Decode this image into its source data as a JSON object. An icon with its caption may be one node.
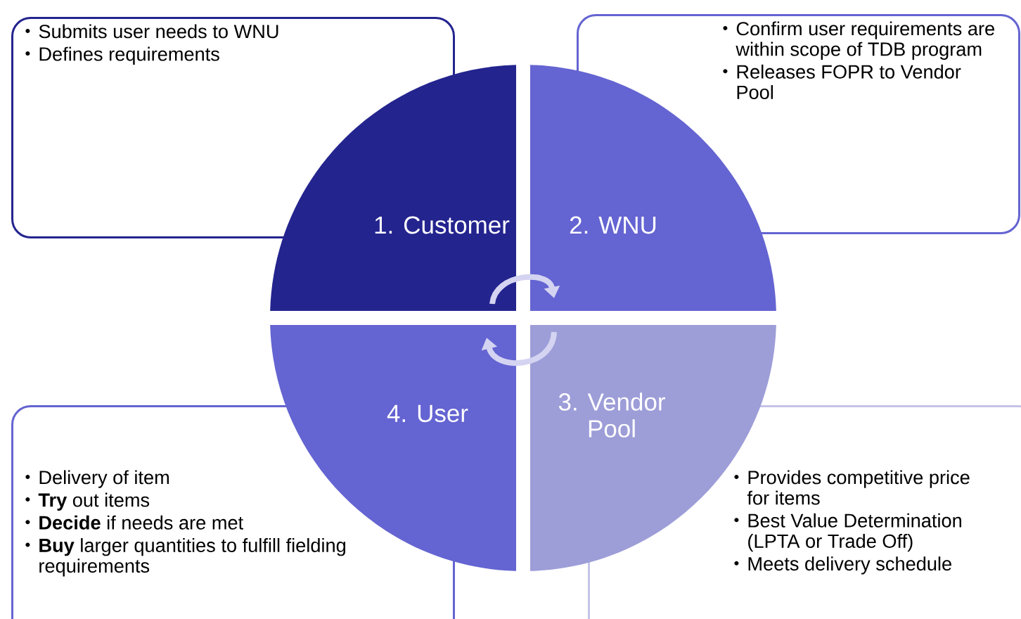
{
  "diagram": {
    "nodes": [
      {
        "text": [
          "Submits user needs to WNU",
          "Defines requirements"
        ]
      },
      {
        "text": [
          "Confirm user requirements are within scope of TDB program",
          "Releases FOPR to Vendor Pool"
        ]
      },
      {
        "text": [
          "1. Customer"
        ]
      },
      {
        "text": [
          "2. WNU"
        ]
      },
      {
        "text": [
          "4. User"
        ]
      },
      {
        "text": [
          "3. Vendor Pool"
        ]
      },
      {
        "text": [
          "Delivery of item",
          "**Try** out items",
          "**Decide** if needs are met",
          "**Buy** larger quantities to fulfill fielding requirements"
        ]
      },
      {
        "text": [
          "Provides competitive price for items",
          "Best Value Determination (LPTA or Trade Off)",
          "Meets delivery schedule"
        ]
      }
    ],
    "edges": [
      {
        "from": 2,
        "to": 3,
        "arrow": "to"
      },
      {
        "from": 5,
        "to": 4,
        "arrow": "to"
      }
    ]
  }
}
